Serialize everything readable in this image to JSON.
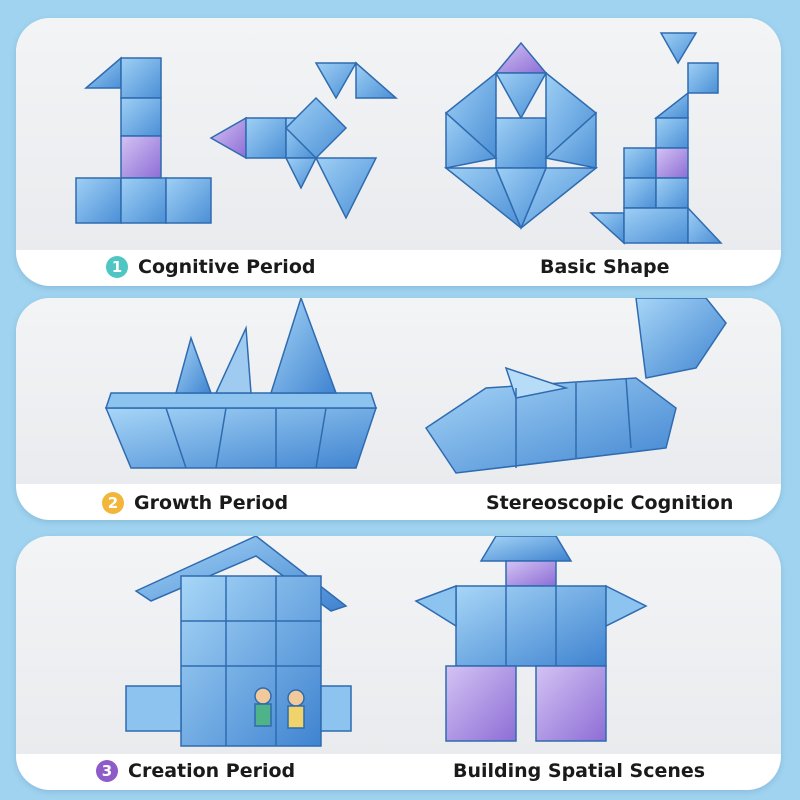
{
  "panels": [
    {
      "number": "1",
      "label": "Cognitive Period",
      "right_label": "Basic Shape",
      "badge_color": "#4fc6c3"
    },
    {
      "number": "2",
      "label": "Growth Period",
      "right_label": "Stereoscopic Cognition",
      "badge_color": "#f2b63a"
    },
    {
      "number": "3",
      "label": "Creation Period",
      "right_label": "Building Spatial Scenes",
      "badge_color": "#8d5cc8"
    }
  ],
  "colors": {
    "background": "#9fd3ef",
    "tile_blue": "#6fb2e6",
    "tile_dark": "#3f7fc6",
    "tile_purple": "#a68ce0"
  }
}
